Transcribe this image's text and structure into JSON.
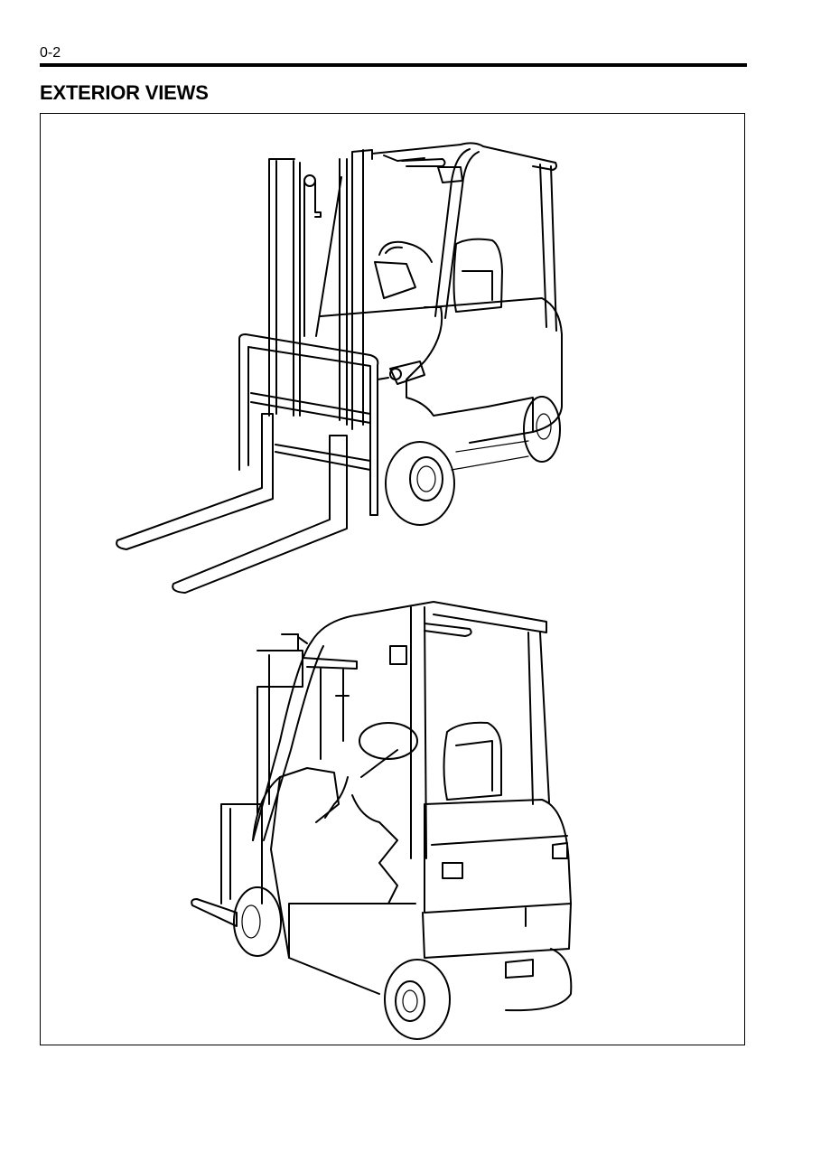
{
  "header": {
    "page_number": "0-2",
    "title": "EXTERIOR VIEWS"
  },
  "figures": [
    {
      "name": "forklift-front-view",
      "description": "Forklift, front three-quarter view with forks, mast and overhead guard"
    },
    {
      "name": "forklift-rear-view",
      "description": "Forklift, rear three-quarter view with counterweight, seat and overhead guard"
    }
  ]
}
